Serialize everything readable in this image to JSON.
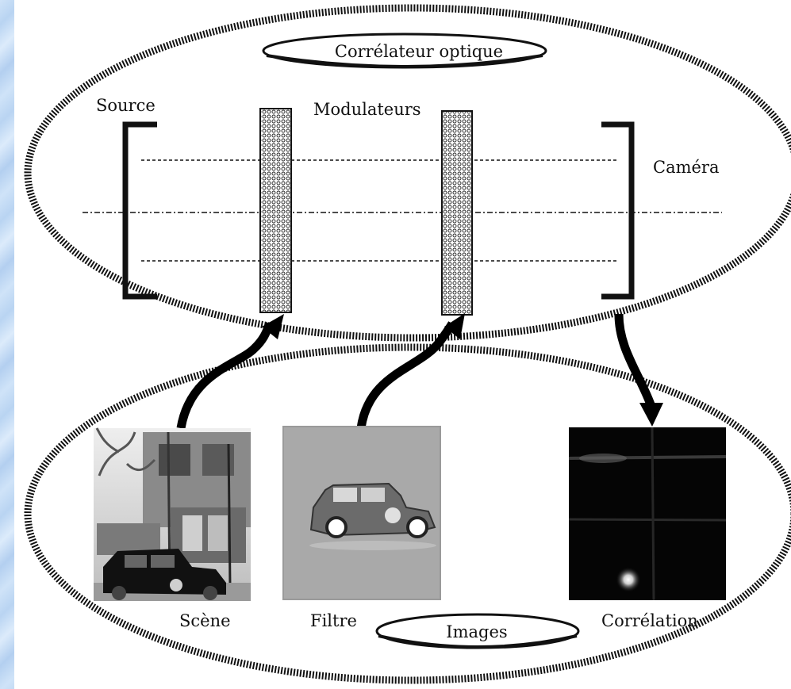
{
  "diagram": {
    "title": "Corrélateur optique",
    "bottom_title": "Images",
    "labels": {
      "source": "Source",
      "modulators": "Modulateurs",
      "camera": "Caméra",
      "scene": "Scène",
      "filter": "Filtre",
      "correlation": "Corrélation"
    }
  }
}
